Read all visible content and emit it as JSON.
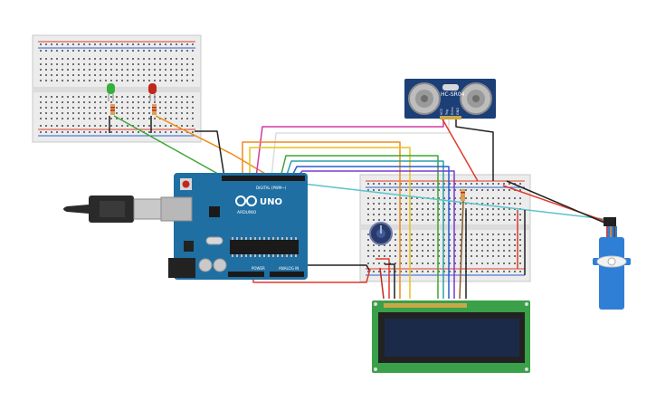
{
  "ultrasonic": {
    "model": "HC-SR04",
    "pins": [
      "VCC",
      "Trig",
      "Echo",
      "GND"
    ]
  },
  "arduino": {
    "brand": "ARDUINO",
    "model": "UNO",
    "digital_label": "DIGITAL (PWM~)",
    "power_label": "POWER",
    "analog_label": "ANALOG IN"
  },
  "colors": {
    "arduino_board": "#1f6fa3",
    "breadboard": "#ececec",
    "lcd_pcb": "#3aa04a",
    "lcd_screen": "#1c2a4a",
    "sensor_pcb": "#1c3f78",
    "servo_body": "#2f7fd6",
    "wire_red": "#e03a2a",
    "wire_black": "#222222",
    "wire_cyan": "#59c3cc",
    "wire_green": "#3aa832",
    "wire_orange": "#f08a1a"
  }
}
